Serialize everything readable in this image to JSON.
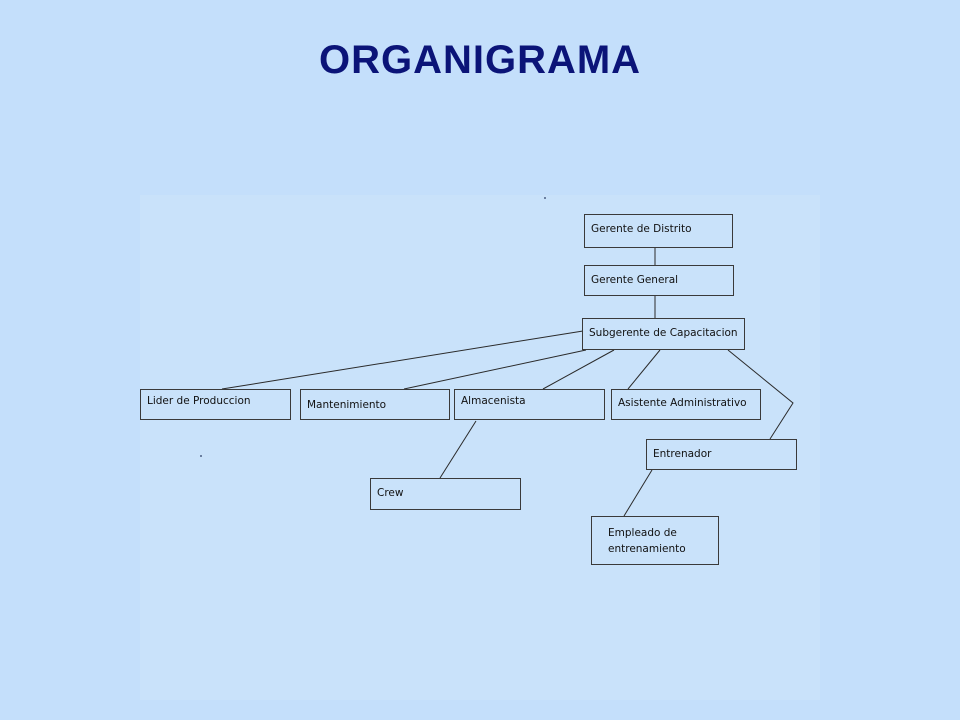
{
  "slide": {
    "title": "ORGANIGRAMA"
  },
  "org_chart": {
    "gerente_distrito": "Gerente de Distrito",
    "gerente_general": "Gerente General",
    "subgerente_capacitacion": "Subgerente de Capacitacion",
    "lider_produccion": "Lider de Produccion",
    "mantenimiento": "Mantenimiento",
    "almacenista": "Almacenista",
    "asistente_administrativo": "Asistente Administrativo",
    "crew": "Crew",
    "entrenador": "Entrenador",
    "empleado_entrenamiento_line1": "Empleado de",
    "empleado_entrenamiento_line2": "entrenamiento"
  }
}
